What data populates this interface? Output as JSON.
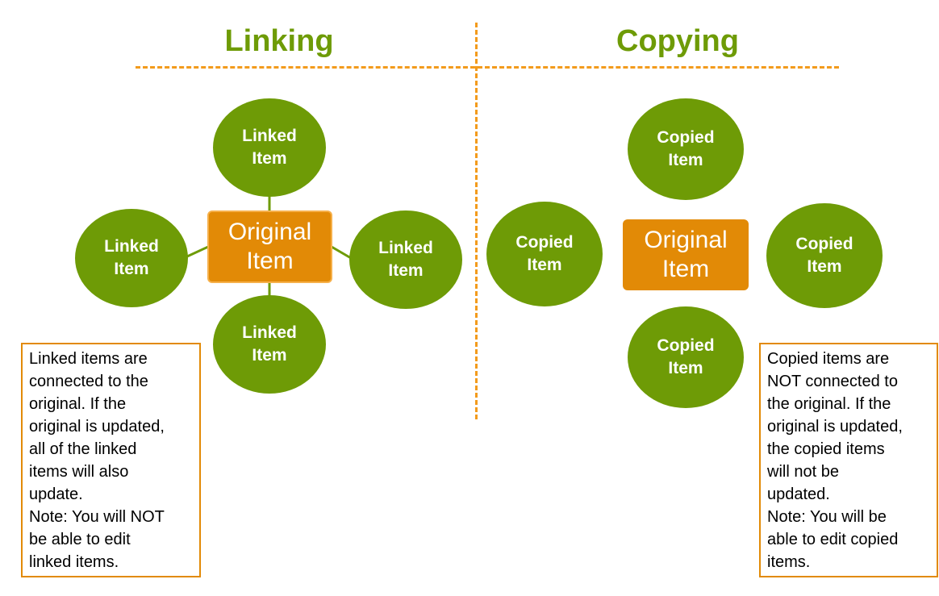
{
  "colors": {
    "heading": "#6e9b06",
    "circle_fill": "#6e9b06",
    "original_fill": "#e28a06",
    "divider": "#f39b1c",
    "note_border": "#e28a06"
  },
  "linking": {
    "title": "Linking",
    "original": "Original\nItem",
    "nodes": [
      "Linked\nItem",
      "Linked\nItem",
      "Linked\nItem",
      "Linked\nItem"
    ],
    "note": "Linked items are\nconnected to the\noriginal. If the\noriginal is updated,\nall of the linked\nitems will also\nupdate.\nNote: You will NOT\nbe able to edit\nlinked items."
  },
  "copying": {
    "title": "Copying",
    "original": "Original\nItem",
    "nodes": [
      "Copied\nItem",
      "Copied\nItem",
      "Copied\nItem",
      "Copied\nItem"
    ],
    "note": "Copied items are\nNOT connected to\nthe original. If the\noriginal is updated,\nthe copied items\nwill not be\nupdated.\nNote: You will be\nable to edit copied\nitems."
  }
}
